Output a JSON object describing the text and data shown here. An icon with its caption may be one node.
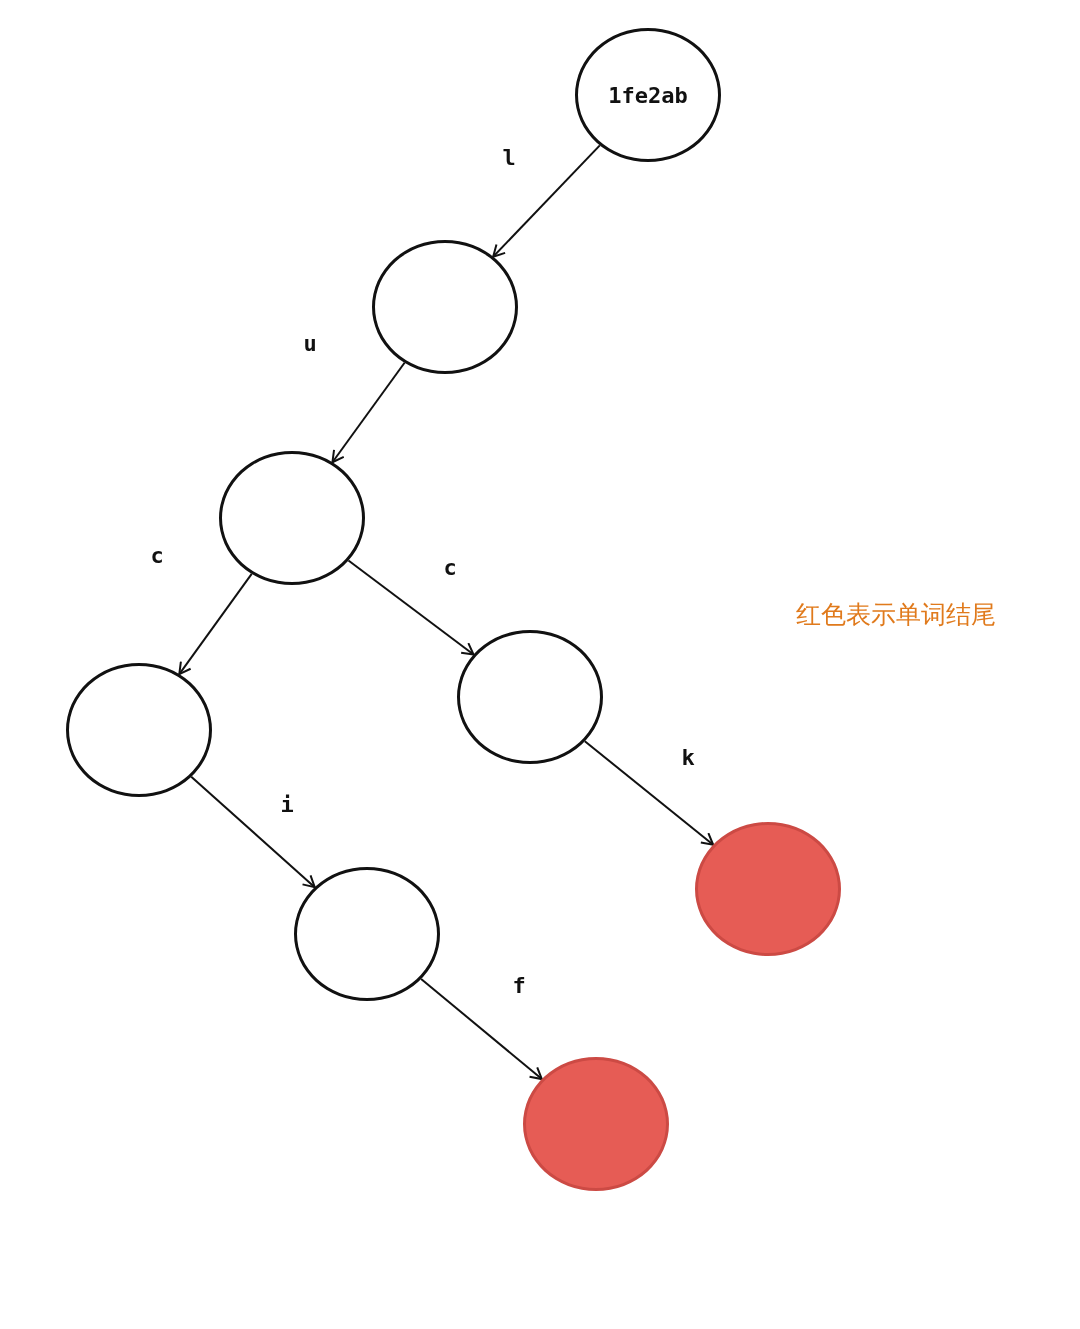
{
  "diagram": {
    "nodes": [
      {
        "text": [
          "1fe2ab"
        ]
      },
      {
        "text": [],
        "shape": "circle"
      },
      {
        "text": [],
        "shape": "circle"
      },
      {
        "text": [],
        "shape": "circle"
      },
      {
        "text": [],
        "shape": "circle"
      },
      {
        "text": [],
        "shape": "circle"
      },
      {
        "text": [],
        "shape": "circle"
      },
      {
        "text": [],
        "shape": "circle"
      }
    ],
    "edges": [
      {
        "from": 0,
        "to": 1,
        "arrow": "to",
        "label": "l"
      },
      {
        "from": 1,
        "to": 2,
        "arrow": "to",
        "label": "u"
      },
      {
        "from": 2,
        "to": 3,
        "arrow": "to",
        "label": "c"
      },
      {
        "from": 2,
        "to": 4,
        "arrow": "to",
        "label": "c"
      },
      {
        "from": 4,
        "to": 6,
        "arrow": "to",
        "label": "k"
      },
      {
        "from": 3,
        "to": 5,
        "arrow": "to",
        "label": "i"
      },
      {
        "from": 5,
        "to": 7,
        "arrow": "to",
        "label": "f"
      }
    ],
    "labels": [
      "红色表示单词结尾"
    ]
  }
}
